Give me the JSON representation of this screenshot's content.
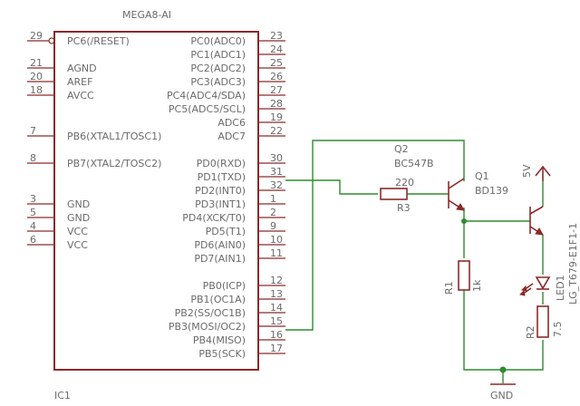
{
  "ic": {
    "name": "MEGA8-AI",
    "ref": "IC1",
    "left_pins": [
      {
        "num": "29",
        "name": "PC6(/RESET)"
      },
      {
        "num": "21",
        "name": "AGND"
      },
      {
        "num": "20",
        "name": "AREF"
      },
      {
        "num": "18",
        "name": "AVCC"
      },
      {
        "num": "7",
        "name": "PB6(XTAL1/TOSC1)"
      },
      {
        "num": "8",
        "name": "PB7(XTAL2/TOSC2)"
      },
      {
        "num": "3",
        "name": "GND"
      },
      {
        "num": "5",
        "name": "GND"
      },
      {
        "num": "4",
        "name": "VCC"
      },
      {
        "num": "6",
        "name": "VCC"
      }
    ],
    "right_pins": [
      {
        "num": "23",
        "name": "PC0(ADC0)"
      },
      {
        "num": "24",
        "name": "PC1(ADC1)"
      },
      {
        "num": "25",
        "name": "PC2(ADC2)"
      },
      {
        "num": "26",
        "name": "PC3(ADC3)"
      },
      {
        "num": "27",
        "name": "PC4(ADC4/SDA)"
      },
      {
        "num": "28",
        "name": "PC5(ADC5/SCL)"
      },
      {
        "num": "19",
        "name": "ADC6"
      },
      {
        "num": "22",
        "name": "ADC7"
      },
      {
        "num": "30",
        "name": "PD0(RXD)"
      },
      {
        "num": "31",
        "name": "PD1(TXD)"
      },
      {
        "num": "32",
        "name": "PD2(INT0)"
      },
      {
        "num": "1",
        "name": "PD3(INT1)"
      },
      {
        "num": "2",
        "name": "PD4(XCK/T0)"
      },
      {
        "num": "9",
        "name": "PD5(T1)"
      },
      {
        "num": "10",
        "name": "PD6(AIN0)"
      },
      {
        "num": "11",
        "name": "PD7(AIN1)"
      },
      {
        "num": "12",
        "name": "PB0(ICP)"
      },
      {
        "num": "13",
        "name": "PB1(OC1A)"
      },
      {
        "num": "14",
        "name": "PB2(SS/OC1B)"
      },
      {
        "num": "15",
        "name": "PB3(MOSI/OC2)"
      },
      {
        "num": "16",
        "name": "PB4(MISO)"
      },
      {
        "num": "17",
        "name": "PB5(SCK)"
      }
    ]
  },
  "components": {
    "q2_ref": "Q2",
    "q2_part": "BC547B",
    "q1_ref": "Q1",
    "q1_part": "BD139",
    "r3_ref": "R3",
    "r3_value": "220",
    "r1_ref": "R1",
    "r1_value": "1k",
    "r2_ref": "R2",
    "r2_value": "7.5",
    "led_ref": "LED1",
    "led_part": "LG_T679-E1F1-1",
    "supply_label": "5V",
    "ground_label": "GND"
  },
  "colors": {
    "part": "#8b2a2a",
    "wire": "#2e8b2e",
    "text": "#6b6b6b"
  }
}
